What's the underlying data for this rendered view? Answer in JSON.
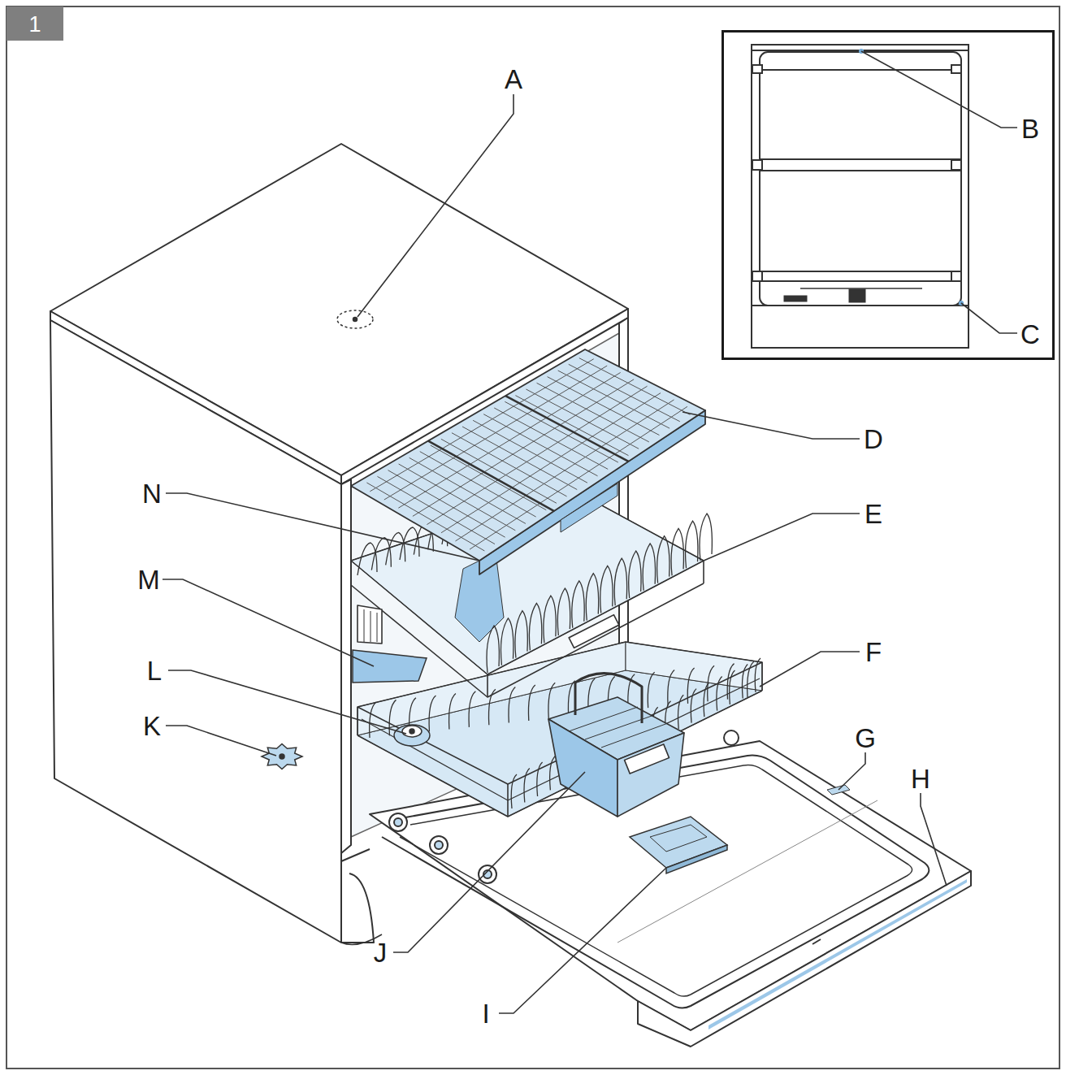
{
  "diagram": {
    "nodes": [
      {
        "text": [
          "1"
        ]
      },
      {
        "text": [
          "B",
          "C"
        ]
      }
    ],
    "labels": [
      "A",
      "D",
      "E",
      "F",
      "G",
      "H",
      "I",
      "J",
      "K",
      "L",
      "M",
      "N"
    ]
  }
}
